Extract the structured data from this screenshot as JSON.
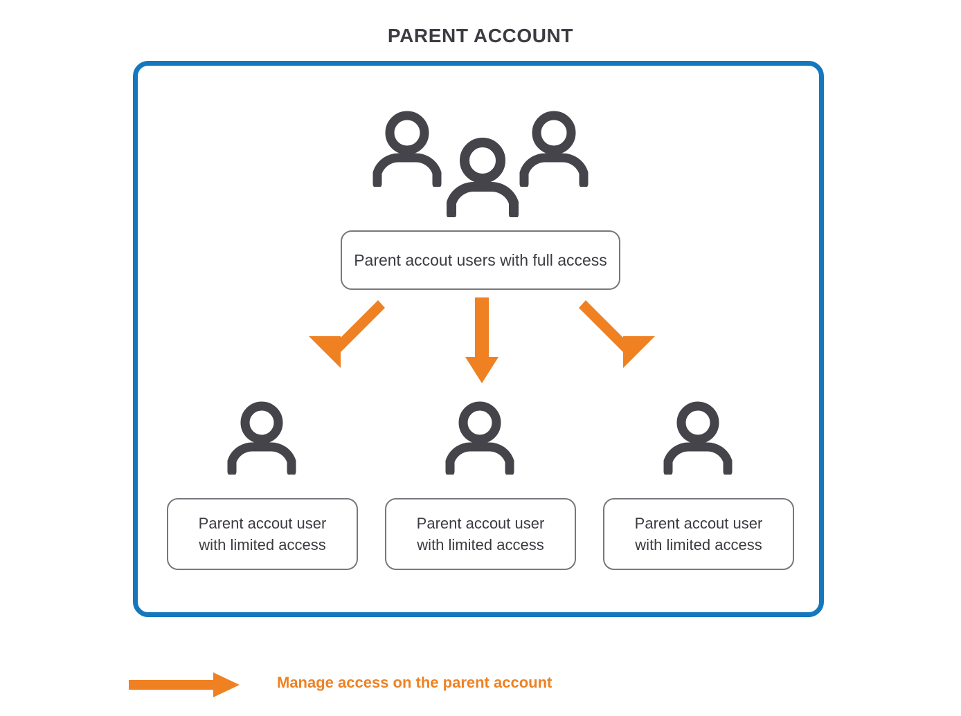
{
  "diagram": {
    "title": "PARENT ACCOUNT",
    "colors": {
      "frame_blue": "#1577bd",
      "arrow_orange": "#ef8122",
      "icon_gray": "#44444a",
      "box_border_gray": "#77777d",
      "text_dark": "#3b3b42"
    },
    "top_group": {
      "icon_name": "group-of-three-people-icon",
      "icon_count": 3,
      "label": "Parent accout users with full access"
    },
    "connectors": [
      {
        "name": "arrow-left",
        "direction": "down-left"
      },
      {
        "name": "arrow-center",
        "direction": "down"
      },
      {
        "name": "arrow-right",
        "direction": "down-right"
      }
    ],
    "children": [
      {
        "icon_name": "single-person-icon",
        "label_line_1": "Parent accout user",
        "label_line_2": "with limited access"
      },
      {
        "icon_name": "single-person-icon",
        "label_line_1": "Parent accout user",
        "label_line_2": "with limited access"
      },
      {
        "icon_name": "single-person-icon",
        "label_line_1": "Parent accout user",
        "label_line_2": "with limited access"
      }
    ],
    "legend": {
      "arrow_icon_name": "right-arrow-icon",
      "text": "Manage access on the parent account"
    }
  }
}
